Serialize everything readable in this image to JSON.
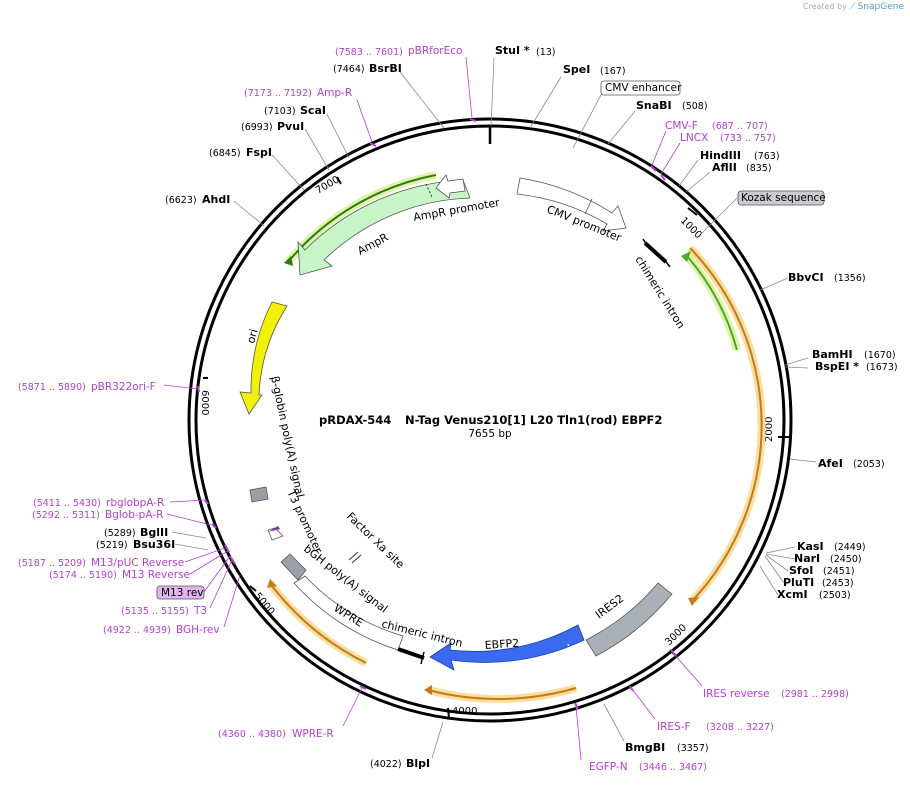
{
  "credit": {
    "prefix": "Created by",
    "brand": "SnapGene"
  },
  "title": {
    "name": "pRDAX-544",
    "subtitle": "N-Tag Venus210[1] L20 Tln1(rod) EBPF2",
    "length": "7655 bp"
  },
  "ticks": [
    "1000",
    "2000",
    "3000",
    "4000",
    "5000",
    "6000",
    "7000"
  ],
  "enzymes": [
    {
      "name": "StuI *",
      "pos": "(13)"
    },
    {
      "name": "SpeI",
      "pos": "(167)"
    },
    {
      "name": "SnaBI",
      "pos": "(508)"
    },
    {
      "name": "HindIII",
      "pos": "(763)"
    },
    {
      "name": "AflII",
      "pos": "(835)"
    },
    {
      "name": "BbvCI",
      "pos": "(1356)"
    },
    {
      "name": "BamHI",
      "pos": "(1670)"
    },
    {
      "name": "BspEI *",
      "pos": "(1673)"
    },
    {
      "name": "AfeI",
      "pos": "(2053)"
    },
    {
      "name": "KasI",
      "pos": "(2449)"
    },
    {
      "name": "NarI",
      "pos": "(2450)"
    },
    {
      "name": "SfoI",
      "pos": "(2451)"
    },
    {
      "name": "PluTI",
      "pos": "(2453)"
    },
    {
      "name": "XcmI",
      "pos": "(2503)"
    },
    {
      "name": "BmgBI",
      "pos": "(3357)"
    },
    {
      "name": "BlpI",
      "pos": "(4022)"
    },
    {
      "name": "Bsu36I",
      "pos": "(5219)"
    },
    {
      "name": "BglII",
      "pos": "(5289)"
    },
    {
      "name": "AhdI",
      "pos": "(6623)"
    },
    {
      "name": "FspI",
      "pos": "(6845)"
    },
    {
      "name": "PvuI",
      "pos": "(6993)"
    },
    {
      "name": "ScaI",
      "pos": "(7103)"
    },
    {
      "name": "BsrBI",
      "pos": "(7464)"
    }
  ],
  "primers": [
    {
      "name": "pBRforEco",
      "range": "(7583 .. 7601)"
    },
    {
      "name": "Amp-R",
      "range": "(7173 .. 7192)"
    },
    {
      "name": "CMV-F",
      "range": "(687 .. 707)"
    },
    {
      "name": "LNCX",
      "range": "(733 .. 757)"
    },
    {
      "name": "pBR322ori-F",
      "range": "(5871 .. 5890)"
    },
    {
      "name": "rbglobpA-R",
      "range": "(5411 .. 5430)"
    },
    {
      "name": "Bglob-pA-R",
      "range": "(5292 .. 5311)"
    },
    {
      "name": "M13/pUC Reverse",
      "range": "(5187 .. 5209)"
    },
    {
      "name": "M13 Reverse",
      "range": "(5174 .. 5190)"
    },
    {
      "name": "T3",
      "range": "(5135 .. 5155)"
    },
    {
      "name": "BGH-rev",
      "range": "(4922 .. 4939)"
    },
    {
      "name": "WPRE-R",
      "range": "(4360 .. 4380)"
    },
    {
      "name": "IRES reverse",
      "range": "(2981 .. 2998)"
    },
    {
      "name": "IRES-F",
      "range": "(3208 .. 3227)"
    },
    {
      "name": "EGFP-N",
      "range": "(3446 .. 3467)"
    }
  ],
  "boxed_labels": {
    "cmv_enhancer": "CMV enhancer",
    "kozak": "Kozak sequence",
    "m13rev": "M13 rev"
  },
  "features": {
    "ampr_promoter": "AmpR promoter",
    "ampr": "AmpR",
    "cmv_promoter": "CMV promoter",
    "chimeric_intron_top": "chimeric intron",
    "ori": "ori",
    "bglobin": "β-globin poly(A) signal",
    "t3_promoter": "T3 promoter",
    "factor_xa": "Factor Xa site",
    "bgh_polya": "bGH poly(A) signal",
    "wpre": "WPRE",
    "chimeric_intron_bottom": "chimeric intron",
    "ebfp2": "EBFP2",
    "ires2": "IRES2"
  },
  "colors": {
    "ampr": "#c8f5c8",
    "ori": "#f2f200",
    "ebfp2": "#3a6af0",
    "ires2": "#aab0b8",
    "orf_orange": "#e8a535",
    "orf_halo": "#f9df9e",
    "orf_green": "#4ca82a",
    "orf_green_halo": "#dcf5a6",
    "primer": "#b43fd0",
    "m13rev_fill": "#e1b6ef",
    "kozak_fill": "#c8cbd0",
    "grey_box": "#9aa0a6"
  }
}
